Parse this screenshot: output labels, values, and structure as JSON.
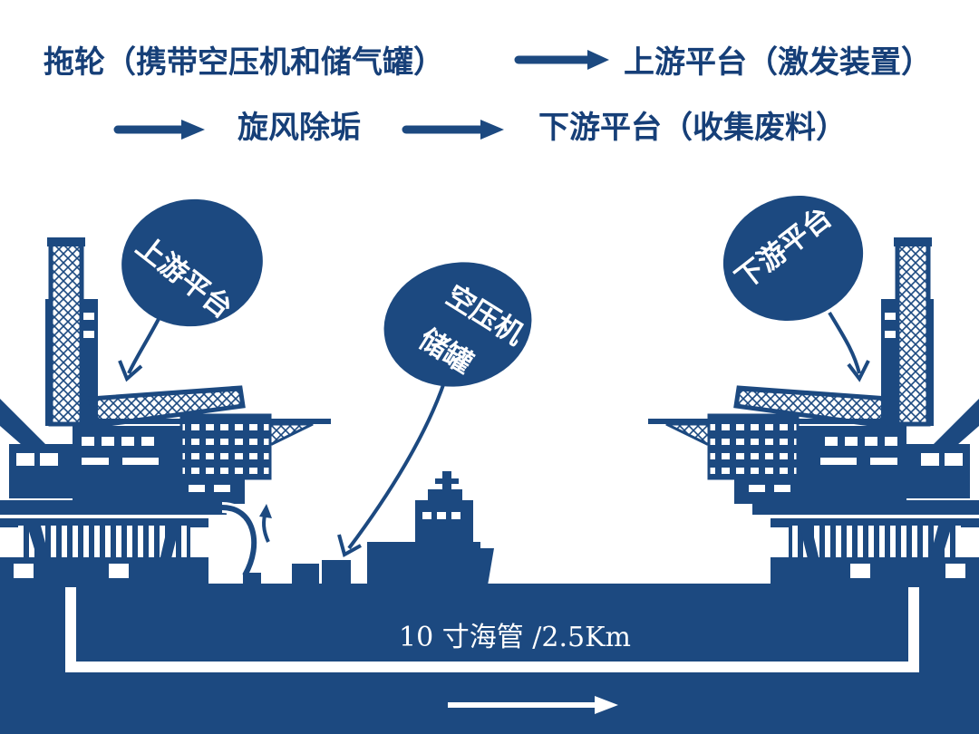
{
  "colors": {
    "navy": "#1c4980",
    "text": "#163f78",
    "background": "#ffffff"
  },
  "flow": {
    "step1": "拖轮（携带空压机和储气罐）",
    "step2": "上游平台（激发装置）",
    "step3": "旋风除垢",
    "step4": "下游平台（收集废料）"
  },
  "bubbles": {
    "upstream": "上游平台",
    "downstream": "下游平台",
    "compressor_line1": "空压机",
    "compressor_line2": "储罐"
  },
  "pipeline": {
    "label": "10 寸海管 /2.5Km"
  }
}
